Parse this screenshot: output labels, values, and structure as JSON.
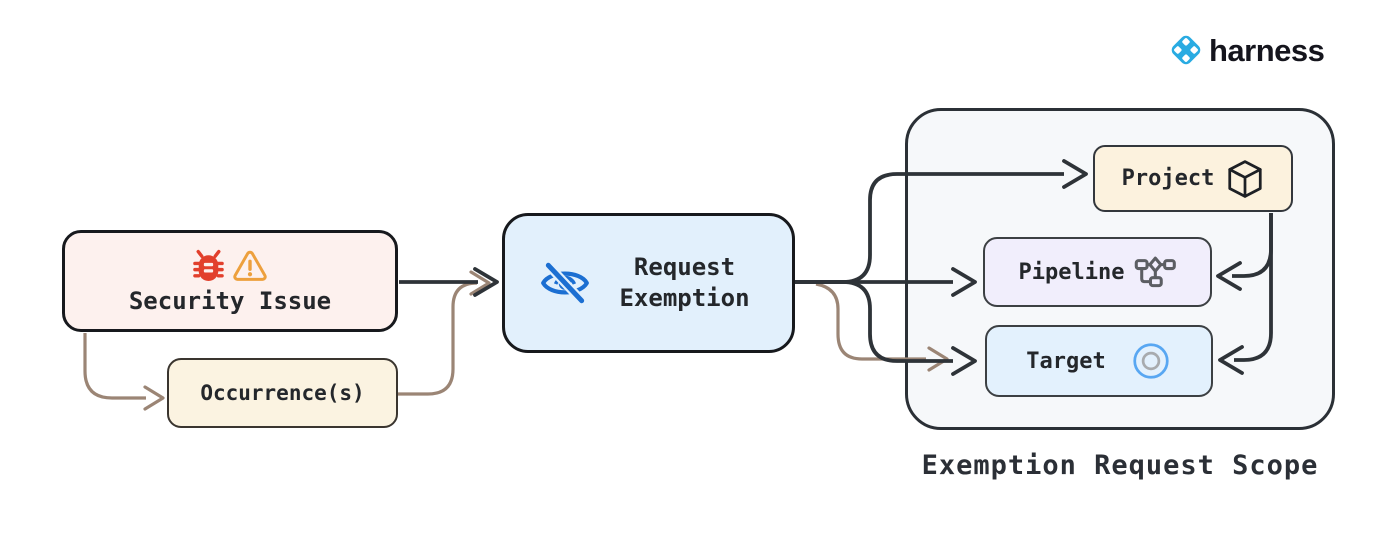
{
  "logo": {
    "text": "harness",
    "icon": "harness-logo-icon",
    "brand_color": "#29abe2"
  },
  "diagram": {
    "nodes": {
      "security_issue": {
        "label": "Security Issue",
        "icons": [
          "bug-icon",
          "warning-icon"
        ],
        "fill": "#fdf1ee"
      },
      "occurrences": {
        "label": "Occurrence(s)",
        "fill": "#fbf3e1"
      },
      "request_exemption": {
        "label": "Request Exemption",
        "icon": "eye-off-icon",
        "fill": "#e2f0fc"
      },
      "project": {
        "label": "Project",
        "icon": "package-icon",
        "fill": "#fcf2de"
      },
      "pipeline": {
        "label": "Pipeline",
        "icon": "flowchart-icon",
        "fill": "#f1eefc"
      },
      "target": {
        "label": "Target",
        "icon": "target-icon",
        "fill": "#e3f1fd"
      }
    },
    "scope": {
      "label": "Exemption Request Scope",
      "fill": "#f6f8fa"
    },
    "edges": [
      {
        "from": "security_issue",
        "to": "request_exemption",
        "color": "#2e3338"
      },
      {
        "from": "security_issue",
        "to": "occurrences",
        "color": "#9b8575"
      },
      {
        "from": "occurrences",
        "to": "request_exemption",
        "color": "#9b8575"
      },
      {
        "from": "occurrences",
        "to": "target",
        "color": "#9b8575"
      },
      {
        "from": "request_exemption",
        "to": "project",
        "color": "#2e3338"
      },
      {
        "from": "request_exemption",
        "to": "pipeline",
        "color": "#2e3338"
      },
      {
        "from": "request_exemption",
        "to": "target",
        "color": "#2e3338"
      },
      {
        "from": "project",
        "to": "pipeline",
        "color": "#2e3338"
      },
      {
        "from": "project",
        "to": "target",
        "color": "#2e3338"
      }
    ],
    "colors": {
      "arrow_dark": "#2e3338",
      "arrow_brown": "#9b8575",
      "bug_red": "#e2402c",
      "warning_orange": "#eda03d",
      "eye_blue": "#1c6fd2",
      "target_blue": "#58a7f2",
      "pipeline_gray": "#5c5e63"
    }
  }
}
